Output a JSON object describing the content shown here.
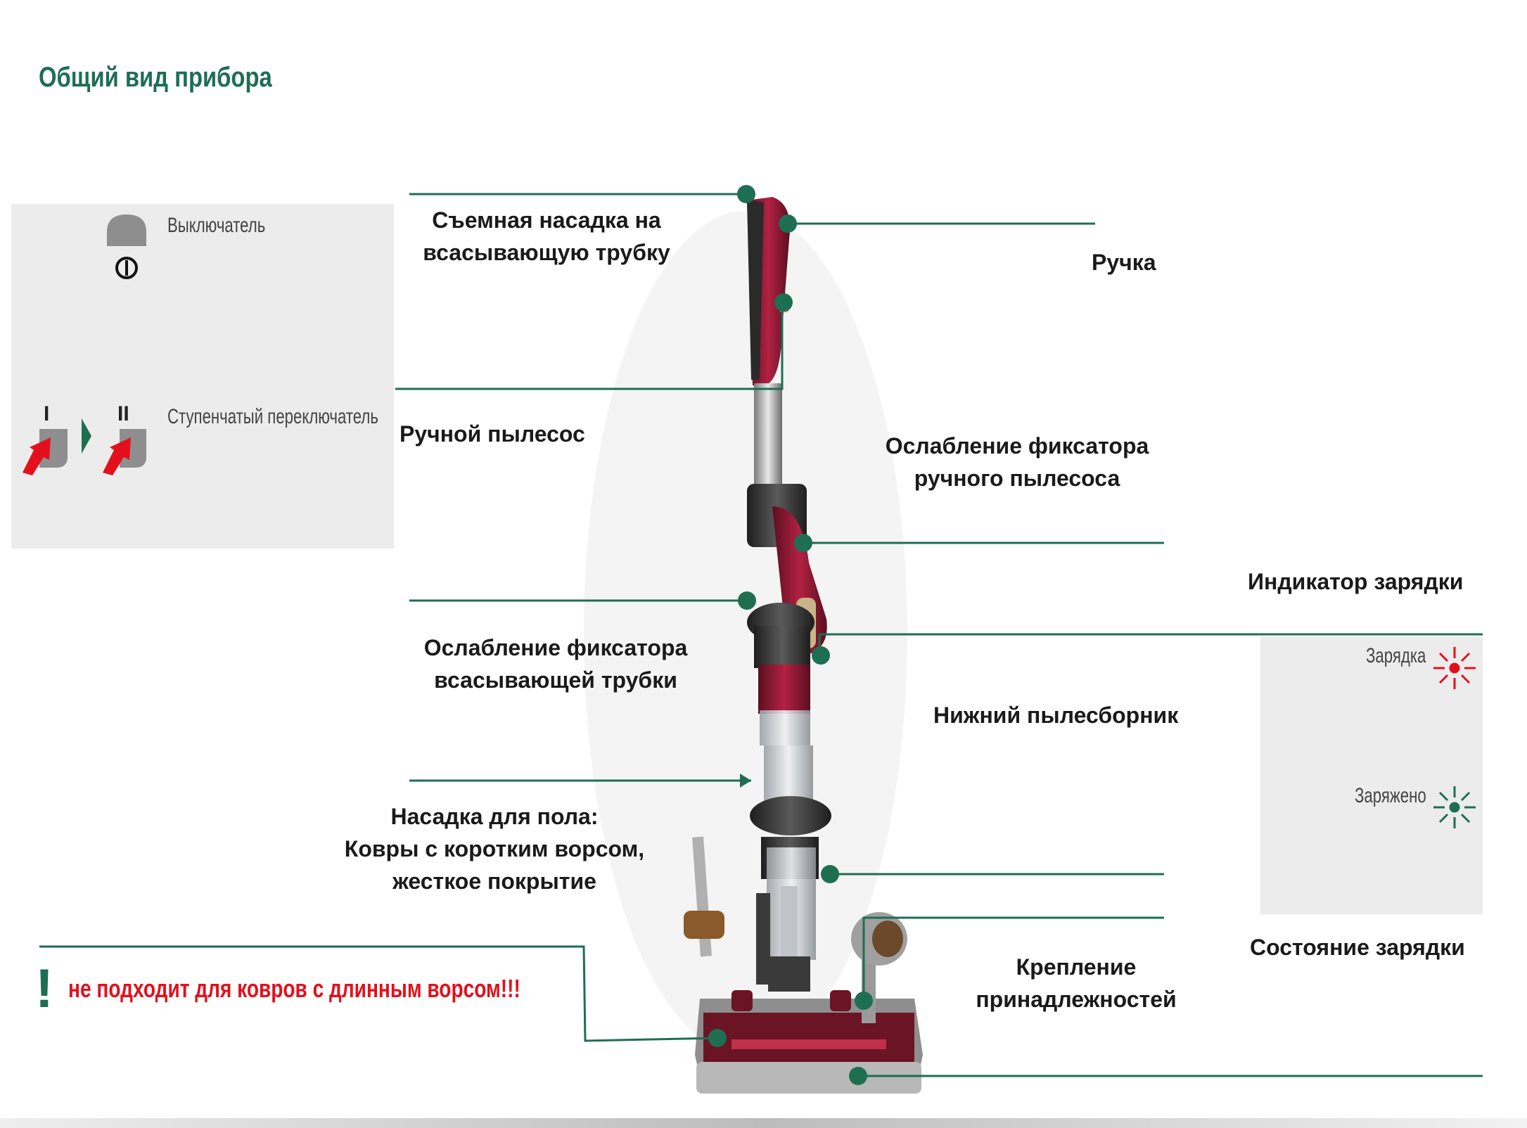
{
  "title": "Общий вид прибора",
  "labels": {
    "attachment": [
      "Съемная насадка на",
      "всасывающую трубку"
    ],
    "handle": "Ручка",
    "hand_vacuum": "Ручной пылесос",
    "release_hand": [
      "Ослабление фиксатора",
      "ручного пылесоса"
    ],
    "charge_indicator": "Индикатор зарядки",
    "release_tube": [
      "Ослабление фиксатора",
      "всасывающей трубки"
    ],
    "lower_bin": "Нижний пылесборник",
    "floor_nozzle": [
      "Насадка для пола:",
      "Ковры с коротким ворсом,",
      "жесткое покрытие"
    ],
    "charge_state": "Состояние зарядки",
    "accessory_mount": [
      "Крепление",
      "принадлежностей"
    ]
  },
  "left_panel": {
    "power_switch": "Выключатель",
    "level_1": "I",
    "level_2": "II",
    "step_switch": "Ступенчатый переключатель"
  },
  "right_panel": {
    "charging": "Зарядка",
    "charged": "Заряжено",
    "charging_color": "#e3101c",
    "charged_color": "#1e6e52"
  },
  "warning": {
    "mark": "!",
    "text": "не подходит для ковров с длинным ворсом!!!"
  },
  "colors": {
    "accent": "#1e6e52",
    "warning": "#e3101c",
    "body": "#8a1c34"
  }
}
